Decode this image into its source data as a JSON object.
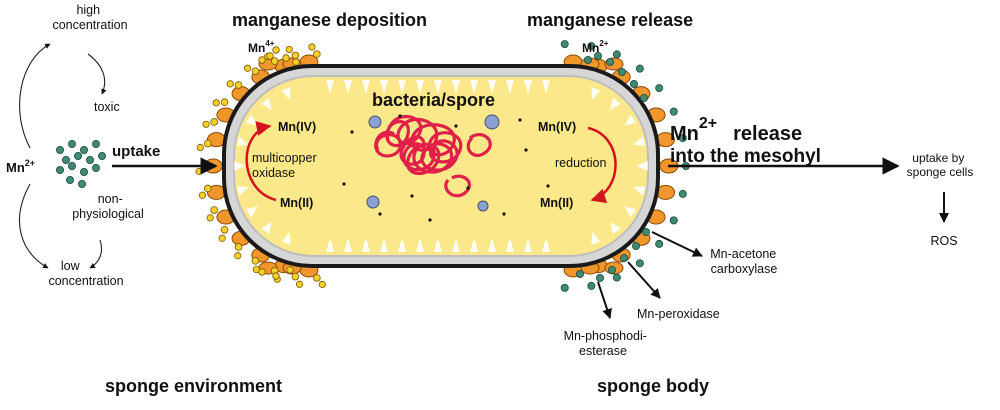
{
  "labels": {
    "deposition": "manganese deposition",
    "release": "manganese release",
    "sponge_environment": "sponge environment",
    "sponge_body": "sponge body",
    "cell": "bacteria/spore",
    "uptake": "uptake",
    "high": [
      "high",
      "concentration"
    ],
    "toxic": "toxic",
    "nonphys": [
      "non-",
      "physiological"
    ],
    "low": [
      "low",
      "concentration"
    ],
    "mn_ion": "Mn",
    "mn_ion_charge": "2+",
    "mn4_top": "Mn",
    "mn4_top_charge": "4+",
    "mn2_top": "Mn",
    "mn2_top_charge": "2+",
    "left_mn_iv": "Mn(IV)",
    "left_mn_ii": "Mn(II)",
    "right_mn_iv": "Mn(IV)",
    "right_mn_ii": "Mn(II)",
    "multicopper": [
      "multicopper",
      "oxidase"
    ],
    "reduction": "reduction",
    "release_mn": "Mn",
    "release_charge": "2+",
    "release_word": "release",
    "into_mesohyl": "into the mesohyl",
    "uptake_sponge": [
      "uptake by",
      "sponge cells"
    ],
    "ros": "ROS",
    "mn_acetone": [
      "Mn-acetone",
      "carboxylase"
    ],
    "mn_peroxidase": "Mn-peroxidase",
    "mn_phospho": [
      "Mn-phosphodi-",
      "esterase"
    ]
  },
  "colors": {
    "cell_fill": "#fbe88a",
    "cell_outline": "#1a1a1a",
    "cell_wall": "#c9c9c9",
    "protein": "#f0962a",
    "mn_oxide": "#f6cf2a",
    "mn_ion": "#3f8a74",
    "dna": "#e0204a",
    "vesicle": "#8aa0d0",
    "arrow_red": "#d4141c",
    "text": "#111111"
  }
}
